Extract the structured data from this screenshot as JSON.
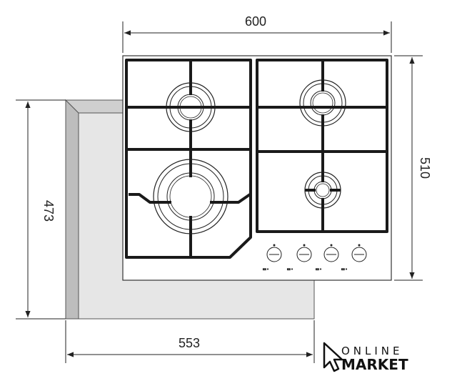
{
  "dimensions": {
    "width_top": "600",
    "depth_right": "510",
    "cutout_depth_left": "473",
    "cutout_width_bottom": "553"
  },
  "hob": {
    "burners": 4,
    "control_knobs": 4,
    "grates": 2
  },
  "logo": {
    "line1": "ONLINE",
    "line2": "MARKET"
  },
  "colors": {
    "line": "#222222",
    "cutout_fill": "#e6e6e6",
    "cutout_edge": "#b9b9b9",
    "grate": "#1a1a1a"
  }
}
